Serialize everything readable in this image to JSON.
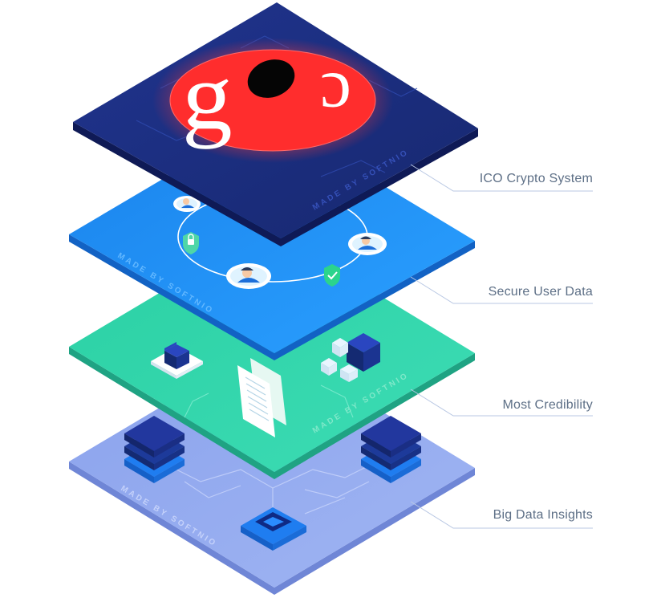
{
  "layers": [
    {
      "label": "ICO Crypto System",
      "color": "#1b2f8c",
      "edge": "#101c5c",
      "watermark": "MADE BY SOFTNIO"
    },
    {
      "label": "Secure User Data",
      "color": "#1d8ef2",
      "edge": "#1262c4",
      "watermark": "MADE BY SOFTNIO"
    },
    {
      "label": "Most Credibility",
      "color": "#2fd2a7",
      "edge": "#1fa383",
      "watermark": "MADE BY SOFTNIO"
    },
    {
      "label": "Big Data Insights",
      "color": "#8ea6ef",
      "edge": "#6b83d3",
      "watermark": "MADE BY SOFTNIO"
    }
  ],
  "logo": {
    "letter_main": "g",
    "letter_side": "c",
    "circle_color": "#ff2d2d",
    "text_color": "#ffffff"
  },
  "callout_color": "#aebfe0"
}
